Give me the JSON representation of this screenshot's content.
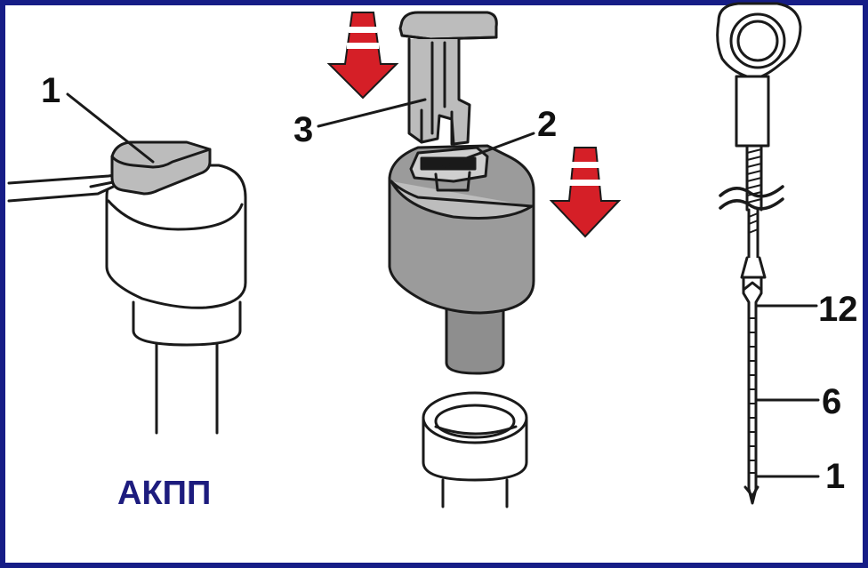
{
  "colors": {
    "frame": "#161d86",
    "caption": "#1d1c7e",
    "arrow_red": "#d51f27",
    "part_gray": "#b9b9b9",
    "dark_gray": "#8f8f8f",
    "outline": "#1a1a1a"
  },
  "caption": "АКПП",
  "callouts": {
    "cap": "1",
    "slot": "2",
    "plug": "3",
    "mark_max": "12",
    "mark_mid": "6",
    "mark_min": "1"
  },
  "icons": {
    "down_arrow_left": "down-arrow-icon",
    "down_arrow_right": "down-arrow-icon"
  }
}
